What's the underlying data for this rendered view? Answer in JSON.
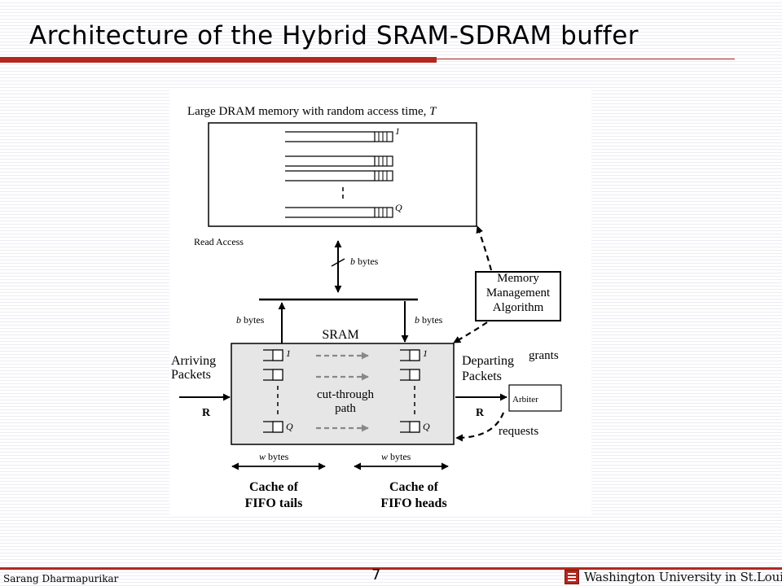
{
  "slide": {
    "title": "Architecture of the Hybrid SRAM-SDRAM buffer"
  },
  "diagram": {
    "dram_title": "Large DRAM memory with random access time, ",
    "dram_title_T": "T",
    "queue_first": "1",
    "queue_last": "Q",
    "read_access": "Read Access",
    "b_var": "b",
    "bytes_word": " bytes",
    "w_var": "w",
    "mma_line1": "Memory",
    "mma_line2": "Management",
    "mma_line3": "Algorithm",
    "sram_label": "SRAM",
    "arriving_line1": "Arriving",
    "arriving_line2": "Packets",
    "departing_line1": "Departing",
    "departing_line2": "Packets",
    "rate_label": "R",
    "cut_through_line1": "cut-through",
    "cut_through_line2": "path",
    "grants": "grants",
    "requests": "requests",
    "arbiter": "Arbiter",
    "cache_tails_line1": "Cache of",
    "cache_tails_line2": "FIFO tails",
    "cache_heads_line1": "Cache of",
    "cache_heads_line2": "FIFO heads"
  },
  "footer": {
    "author": "Sarang Dharmapurikar",
    "page_number": "7",
    "institution": "Washington University in St.Louis"
  },
  "colors": {
    "accent": "#b3261e",
    "diagram_ink": "#000000",
    "sram_fill": "#e6e6e6",
    "cut_through_arrow": "#888888"
  },
  "icons": {
    "footer_logo": "university-shield-icon"
  }
}
